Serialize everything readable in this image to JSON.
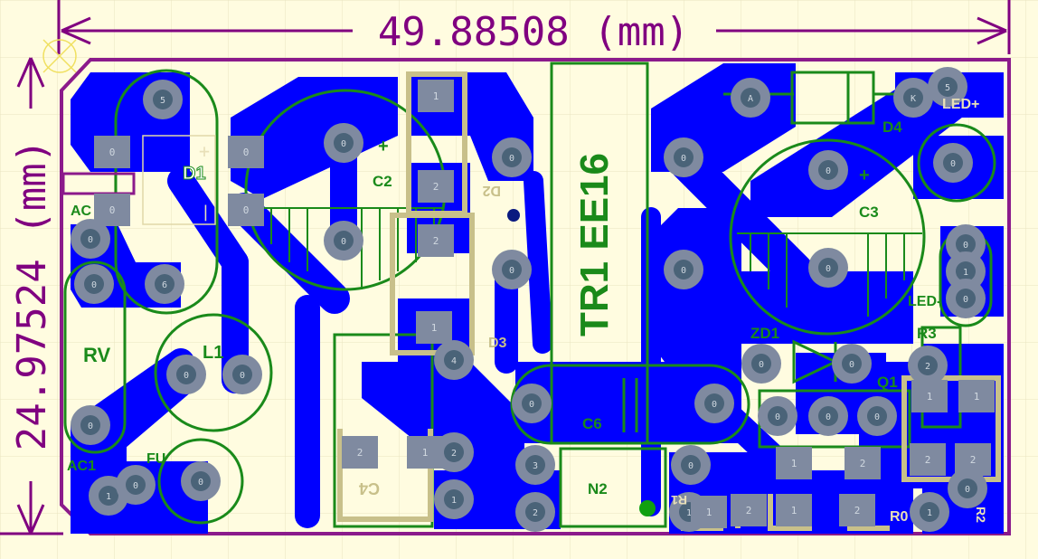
{
  "dimensions": {
    "width_label": "49.88508 (mm)",
    "height_label": "24.97524 (mm)"
  },
  "colors": {
    "background": "#fffce0",
    "grid": "#e8e4c0",
    "board_outline": "#8b1a8b",
    "dimension": "#800080",
    "copper": "#0000ff",
    "pad": "#7f8aa0",
    "pad_hole": "#4a6378",
    "silkscreen": "#1a8a1a",
    "courtyard": "#c8c08a"
  },
  "labels": {
    "d1": "D1",
    "c2": "C2",
    "c3": "C3",
    "c4": "C4",
    "c6": "C6",
    "ac": "AC",
    "ac1": "AC1",
    "rv": "RV",
    "l1": "L1",
    "fu": "FU",
    "d2": "D2",
    "d3": "D3",
    "d4": "D4",
    "tr1": "TR1 EE16",
    "n2": "N2",
    "zd1": "ZD1",
    "q1": "Q1",
    "r3": "R3",
    "led": "LED-",
    "led_plus": "LED+",
    "r0": "R0",
    "r2": "R2",
    "r1": "R1",
    "plus": "+",
    "minus": "|"
  },
  "pads": {
    "five": "5",
    "zero": "0",
    "one": "1",
    "two": "2",
    "three": "3",
    "four": "4",
    "six": "6",
    "a": "A",
    "k": "K"
  }
}
